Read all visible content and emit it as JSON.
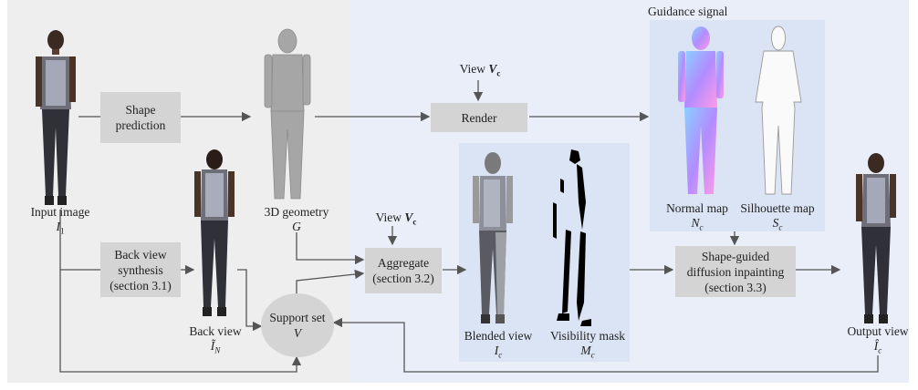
{
  "colors": {
    "left_panel": "#eeeeee",
    "right_panel": "#e9eef8",
    "inner_panel": "#dbe4f4",
    "box_fill": "#d4d4d4",
    "arrow": "#555555"
  },
  "boxes": {
    "shape_prediction": [
      "Shape",
      "prediction"
    ],
    "back_view_synthesis": [
      "Back view",
      "synthesis",
      "(section 3.1)"
    ],
    "render": "Render",
    "aggregate": [
      "Aggregate",
      "(section 3.2)"
    ],
    "inpainting": [
      "Shape-guided",
      "diffusion inpainting",
      "(section 3.3)"
    ],
    "support_set": "Support set",
    "support_set_symbol": "V"
  },
  "labels": {
    "input_image": "Input image",
    "input_symbol": "I",
    "input_sub": "1",
    "geometry": "3D geometry",
    "geometry_symbol": "G",
    "back_view": "Back view",
    "back_symbol": "Ĩ",
    "back_sub": "N",
    "view_render": "View",
    "view_aggregate": "View",
    "view_symbol": "V",
    "view_sub": "c",
    "guidance_signal": "Guidance signal",
    "normal_map": "Normal map",
    "normal_symbol": "N",
    "normal_sub": "c",
    "silhouette_map": "Silhouette map",
    "silhouette_symbol": "S",
    "silhouette_sub": "c",
    "blended_view": "Blended view",
    "blended_symbol": "I",
    "blended_sub": "c",
    "visibility_mask": "Visibility mask",
    "mask_symbol": "M",
    "mask_sub": "c",
    "output_view": "Output view",
    "output_symbol": "Î",
    "output_sub": "c"
  },
  "figures": {
    "input_person": "person-photo",
    "back_person": "person-photo-back",
    "geometry": "gray-3d-mesh",
    "normal_map": "normal-map-render",
    "silhouette": "silhouette-outline",
    "blended": "partial-texture-render",
    "mask": "black-white-mask",
    "output_person": "person-photo-output"
  }
}
